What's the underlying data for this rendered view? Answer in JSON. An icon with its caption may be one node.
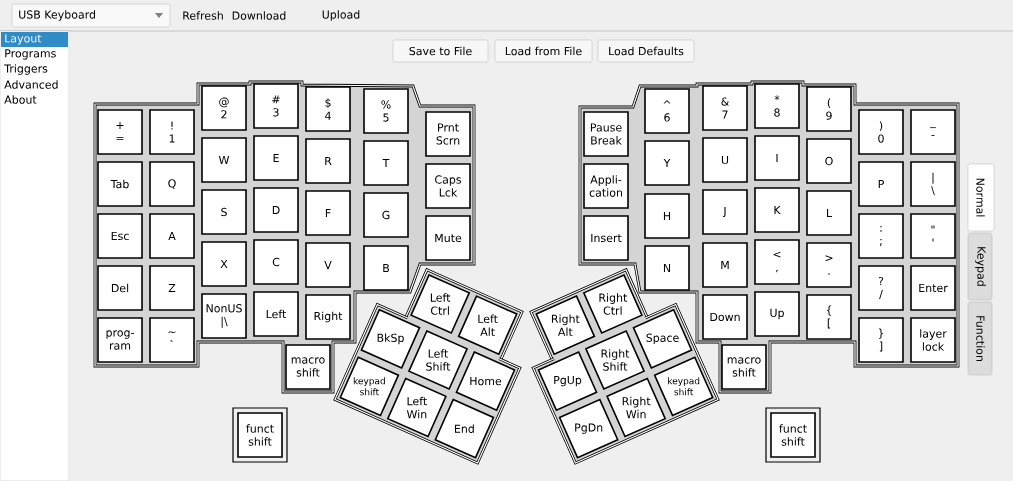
{
  "diagram": {
    "nodes": [
      {
        "text": [
          "+ ="
        ]
      },
      {
        "text": [
          "! 1"
        ]
      },
      {
        "text": [
          "@ 2"
        ]
      },
      {
        "text": [
          "# 3"
        ]
      },
      {
        "text": [
          "$ 4"
        ]
      },
      {
        "text": [
          "% 5"
        ]
      },
      {
        "text": [
          "Prnt Scrn"
        ]
      },
      {
        "text": [
          "Tab"
        ]
      },
      {
        "text": [
          "Q"
        ]
      },
      {
        "text": [
          "W"
        ]
      },
      {
        "text": [
          "E"
        ]
      },
      {
        "text": [
          "R"
        ]
      },
      {
        "text": [
          "T"
        ]
      },
      {
        "text": [
          "Caps Lck"
        ]
      },
      {
        "text": [
          "Esc"
        ]
      },
      {
        "text": [
          "A"
        ]
      },
      {
        "text": [
          "S"
        ]
      },
      {
        "text": [
          "D"
        ]
      },
      {
        "text": [
          "F"
        ]
      },
      {
        "text": [
          "G"
        ]
      },
      {
        "text": [
          "Mute"
        ]
      },
      {
        "text": [
          "Del"
        ]
      },
      {
        "text": [
          "Z"
        ]
      },
      {
        "text": [
          "X"
        ]
      },
      {
        "text": [
          "C"
        ]
      },
      {
        "text": [
          "V"
        ]
      },
      {
        "text": [
          "B"
        ]
      },
      {
        "text": [
          "prog- ram"
        ]
      },
      {
        "text": [
          "~ `"
        ]
      },
      {
        "text": [
          "NonUS |\\"
        ]
      },
      {
        "text": [
          "Left"
        ]
      },
      {
        "text": [
          "Right"
        ]
      },
      {
        "text": [
          "macro shift"
        ]
      },
      {
        "text": [
          "Left Ctrl"
        ]
      },
      {
        "text": [
          "Left Alt"
        ]
      },
      {
        "text": [
          "BkSp"
        ]
      },
      {
        "text": [
          "Left Shift"
        ]
      },
      {
        "text": [
          "Home"
        ]
      },
      {
        "text": [
          "keypad shift"
        ]
      },
      {
        "text": [
          "Left Win"
        ]
      },
      {
        "text": [
          "End"
        ]
      },
      {
        "text": [
          "funct shift"
        ]
      },
      {
        "text": [
          "Pause Break"
        ]
      },
      {
        "text": [
          "^ 6"
        ]
      },
      {
        "text": [
          "& 7"
        ]
      },
      {
        "text": [
          "* 8"
        ]
      },
      {
        "text": [
          "( 9"
        ]
      },
      {
        "text": [
          ") 0"
        ]
      },
      {
        "text": [
          "_ -"
        ]
      },
      {
        "text": [
          "Appli- cation"
        ]
      },
      {
        "text": [
          "Y"
        ]
      },
      {
        "text": [
          "U"
        ]
      },
      {
        "text": [
          "I"
        ]
      },
      {
        "text": [
          "O"
        ]
      },
      {
        "text": [
          "P"
        ]
      },
      {
        "text": [
          "| \\"
        ]
      },
      {
        "text": [
          "Insert"
        ]
      },
      {
        "text": [
          "H"
        ]
      },
      {
        "text": [
          "J"
        ]
      },
      {
        "text": [
          "K"
        ]
      },
      {
        "text": [
          "L"
        ]
      },
      {
        "text": [
          ": ;"
        ]
      },
      {
        "text": [
          "\" '"
        ]
      },
      {
        "text": [
          "N"
        ]
      },
      {
        "text": [
          "M"
        ]
      },
      {
        "text": [
          "< ,"
        ]
      },
      {
        "text": [
          "> ."
        ]
      },
      {
        "text": [
          "? /"
        ]
      },
      {
        "text": [
          "Enter"
        ]
      },
      {
        "text": [
          "Down"
        ]
      },
      {
        "text": [
          "Up"
        ]
      },
      {
        "text": [
          "{ ["
        ]
      },
      {
        "text": [
          "} ]"
        ]
      },
      {
        "text": [
          "layer lock"
        ]
      },
      {
        "text": [
          "macro shift"
        ]
      },
      {
        "text": [
          "Right Alt"
        ]
      },
      {
        "text": [
          "Right Ctrl"
        ]
      },
      {
        "text": [
          "PgUp"
        ]
      },
      {
        "text": [
          "Right Shift"
        ]
      },
      {
        "text": [
          "Space"
        ]
      },
      {
        "text": [
          "PgDn"
        ]
      },
      {
        "text": [
          "Right Win"
        ]
      },
      {
        "text": [
          "keypad shift"
        ]
      },
      {
        "text": [
          "funct shift"
        ]
      }
    ],
    "labels": [
      "USB Keyboard",
      "Refresh",
      "Download",
      "Upload",
      "Layout",
      "Programs",
      "Triggers",
      "Advanced",
      "About",
      "Save to File",
      "Load from File",
      "Load Defaults",
      "Normal",
      "Keypad",
      "Function"
    ]
  }
}
